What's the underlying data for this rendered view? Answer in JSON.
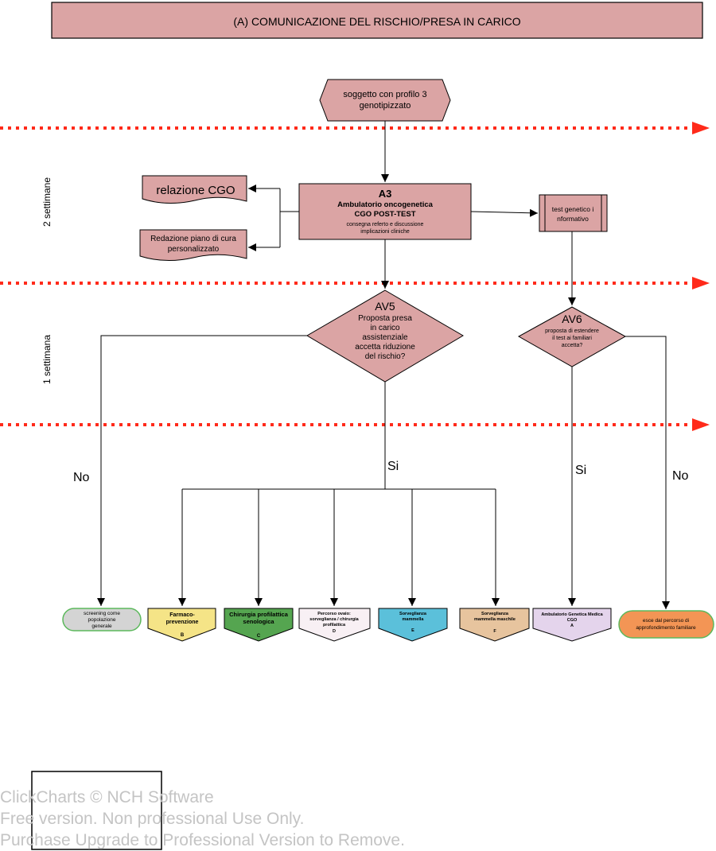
{
  "header": {
    "title": "(A)   COMUNICAZIONE DEL RISCHIO/PRESA IN CARICO"
  },
  "timeline": {
    "labels": [
      "2 settimane",
      "1 settimana"
    ]
  },
  "nodes": {
    "start": [
      "soggetto con profilo 3",
      "genotipizzato"
    ],
    "a3": {
      "code": "A3",
      "title": [
        "Ambulatorio oncogenetica",
        "CGO POST-TEST"
      ],
      "sub": [
        "consegna referto e discussione",
        "implicazioni cliniche"
      ]
    },
    "relazione": "relazione CGO",
    "redazione": [
      "Redazione piano di  cura",
      "personalizzato"
    ],
    "test_genetico": [
      "test genetico i",
      "nformativo"
    ],
    "av5": {
      "code": "AV5",
      "text": [
        "Proposta presa",
        "in carico",
        "assistenziale",
        "accetta riduzione",
        "del rischio?"
      ]
    },
    "av6": {
      "code": "AV6",
      "text": [
        "proposta di estendere",
        "il test  ai familiari",
        "accetta?"
      ]
    }
  },
  "branch_labels": {
    "no_left": "No",
    "si_mid": "Si",
    "si_right": "Si",
    "no_right": "No"
  },
  "outcomes": {
    "screening": [
      "screening come",
      "popolazione",
      "generale"
    ],
    "farmaco": {
      "lines": [
        "Farmaco-",
        "prevenzione"
      ],
      "letter": "B"
    },
    "chirurgia": {
      "lines": [
        "Chirurgia profilattica",
        "senologica"
      ],
      "letter": "C"
    },
    "ovaio": {
      "lines": [
        "Percorso ovaio:",
        "sorveglianza / chirurgia",
        "profilattica"
      ],
      "letter": "D"
    },
    "mammella": {
      "lines": [
        "Sorveglianza",
        "mammella"
      ],
      "letter": "E"
    },
    "maschile": {
      "lines": [
        "Sorveglianza",
        "mammella maschile"
      ],
      "letter": "F"
    },
    "genetica": {
      "lines": [
        "Ambulatorio Genetica Medica",
        "CGO"
      ],
      "letter": "A"
    },
    "esce": [
      "esce dal percorso di",
      "approfondimento familiare"
    ]
  },
  "watermark": [
    "ClickCharts © NCH Software",
    "Free version. Non professional Use Only.",
    "Purchase Upgrade to Professional Version to Remove."
  ],
  "colors": {
    "rose": "#dba4a4",
    "dashed_line": "#ff2a1a",
    "screening": "#d4d4d4",
    "farmaco": "#f5e487",
    "chirurgia": "#55a550",
    "ovaio": "#f8f0f4",
    "mammella": "#5bc0da",
    "maschile": "#e7c49e",
    "genetica": "#e4d4ec",
    "esce": "#f39555"
  }
}
